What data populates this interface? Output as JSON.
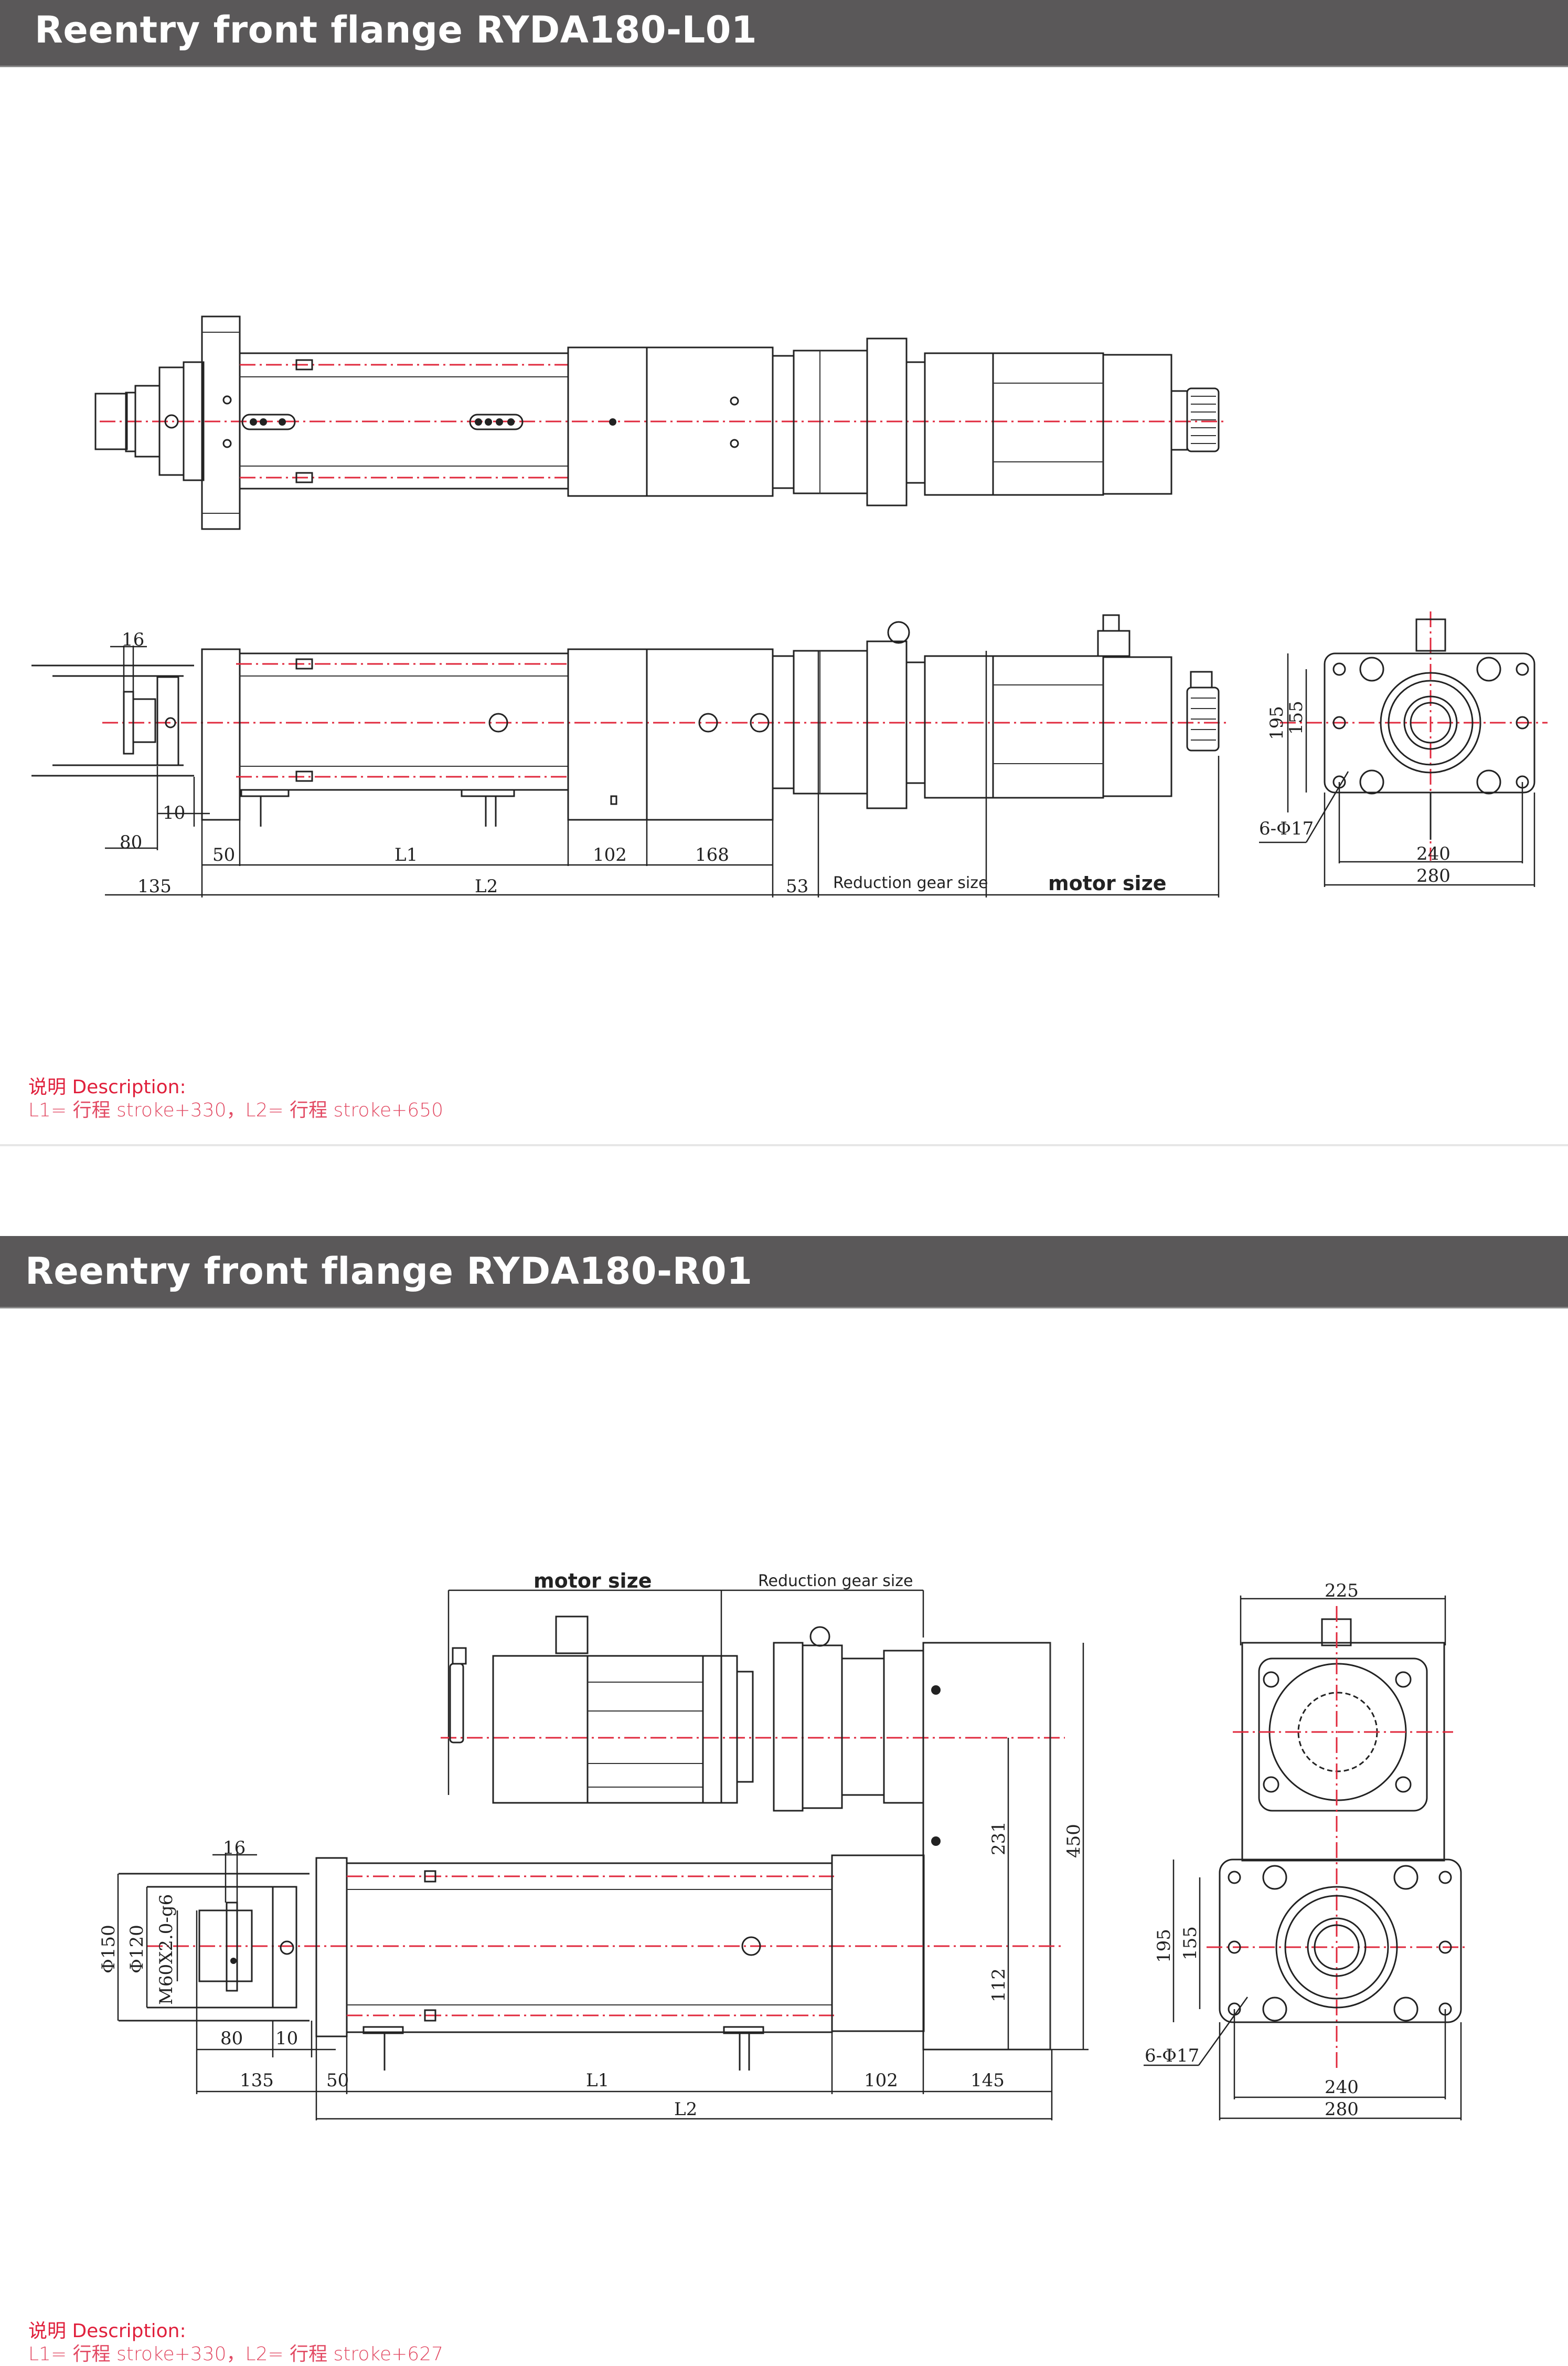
{
  "sections": [
    {
      "title": "Reentry front flange RYDA180-L01",
      "description_heading": "说明 Description:",
      "description_text": "L1= 行程 stroke+330，L2= 行程 stroke+650",
      "side_view_dimensions": {
        "d16": "16",
        "d10": "10",
        "d80": "80",
        "d50": "50",
        "L1": "L1",
        "d102": "102",
        "d168": "168",
        "d135": "135",
        "L2": "L2",
        "d53": "53",
        "reduction_gear_label": "Reduction gear size",
        "motor_label": "motor size"
      },
      "end_view_dimensions": {
        "d195": "195",
        "d155": "155",
        "holes": "6-Φ17",
        "d240": "240",
        "d280": "280"
      }
    },
    {
      "title": "Reentry front flange RYDA180-R01",
      "description_heading": "说明 Description:",
      "description_text": "L1= 行程 stroke+330，L2= 行程 stroke+627",
      "side_view_dimensions": {
        "motor_label": "motor size",
        "reduction_gear_label": "Reduction gear size",
        "d16": "16",
        "phi150": "Φ150",
        "phi120": "Φ120",
        "thread": "M60X2.0-g6",
        "d80": "80",
        "d10": "10",
        "d135": "135",
        "d50": "50",
        "L1": "L1",
        "d102": "102",
        "d145": "145",
        "L2": "L2",
        "d231": "231",
        "d112": "112",
        "d450": "450"
      },
      "end_view_dimensions": {
        "d225": "225",
        "d195": "195",
        "d155": "155",
        "holes": "6-Φ17",
        "d240": "240",
        "d280": "280"
      }
    }
  ],
  "colors": {
    "header_bg": "#5a5859",
    "header_text": "#ffffff",
    "description": "#e0203c",
    "centerline": "#e0283c"
  }
}
